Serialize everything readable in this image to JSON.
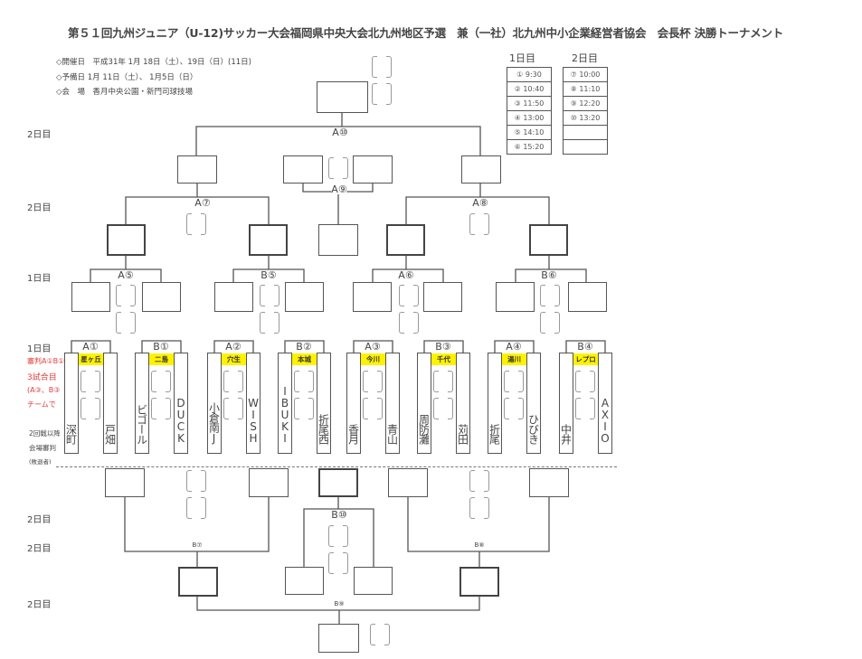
{
  "title": "第５１回九州ジュニア（U-12)サッカー大会福岡県中央大会北九州地区予選　兼（一社）北九州中小企業経営者協会　会長杯 決勝トーナメント",
  "info": [
    "◇開催日　平成31年 1月 18日（土）、19日（日）(11日)",
    "◇予備日 1月 11日（土）、 1月5日（日）",
    "◇会　場　香月中央公園・新門司球技場"
  ],
  "schedule": {
    "day1_header": "1日目",
    "day2_header": "2日目",
    "day1": [
      "① 9:30",
      "② 10:40",
      "③ 11:50",
      "④ 13:00",
      "⑤ 14:10",
      "⑥ 15:20"
    ],
    "day2": [
      "⑦ 10:00",
      "⑧ 11:10",
      "⑨ 12:20",
      "⑩ 13:20",
      "",
      ""
    ]
  },
  "day_labels": {
    "day2": "2日目",
    "day1": "1日目"
  },
  "red_note": [
    "審判A①B①",
    "3試合目",
    "(A③、B③",
    "チームで"
  ],
  "referee_note": [
    "2回戦以降",
    "会場審判",
    "(敗退者)"
  ],
  "matches": {
    "A10": "A⑩",
    "A9": "A⑨",
    "A7": "A⑦",
    "A8": "A⑧",
    "A5": "A⑤",
    "B5": "B⑤",
    "A6": "A⑥",
    "B6": "B⑥",
    "B10": "B⑩",
    "B7": "B⑦",
    "B8": "B⑧",
    "B9": "B⑨"
  },
  "first_round": [
    {
      "match": "A①",
      "venue": "星ヶ丘",
      "left": "深町",
      "right": "戸畑"
    },
    {
      "match": "B①",
      "venue": "二島",
      "left": "ビゴール",
      "right": "DUCK"
    },
    {
      "match": "A②",
      "venue": "穴生",
      "left": "小倉南J",
      "right": "WISH"
    },
    {
      "match": "B②",
      "venue": "本城",
      "left": "IBUKI",
      "right": "折尾西"
    },
    {
      "match": "A③",
      "venue": "今川",
      "left": "香月",
      "right": "青山"
    },
    {
      "match": "B③",
      "venue": "千代",
      "left": "周防灘",
      "right": "苅田"
    },
    {
      "match": "A④",
      "venue": "湯川",
      "left": "折尾",
      "right": "ひびき"
    },
    {
      "match": "B④",
      "venue": "レプロ",
      "left": "中井",
      "right": "AXIO"
    }
  ]
}
